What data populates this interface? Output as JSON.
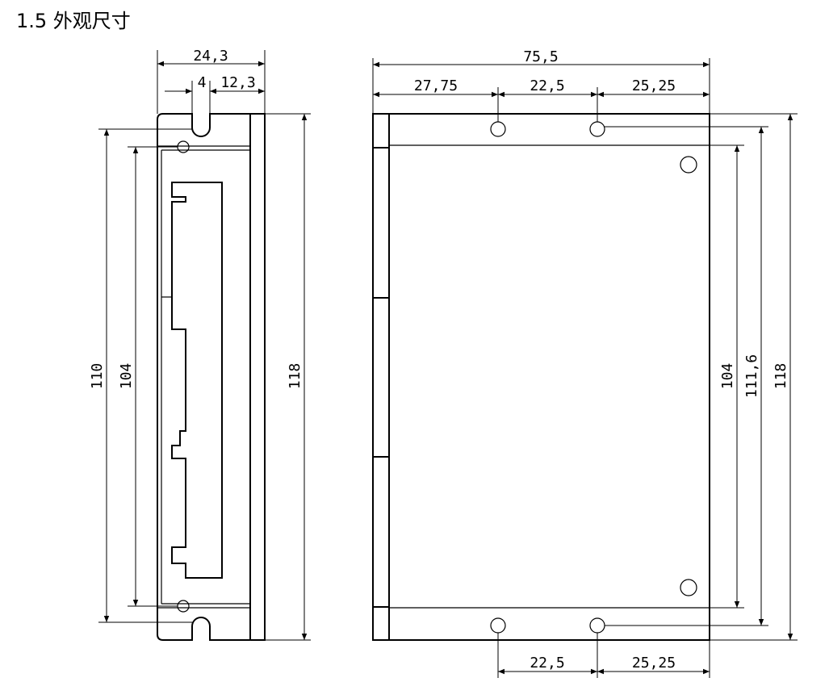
{
  "section_title": "1.5 外观尺寸",
  "side_view": {
    "width_total": "24,3",
    "slot_offset": "4",
    "slot_to_edge": "12,3",
    "height_outer": "110",
    "height_inner": "104",
    "height_total": "118"
  },
  "front_view": {
    "width_total": "75,5",
    "top_left": "27,75",
    "top_middle": "22,5",
    "top_right": "25,25",
    "bottom_middle": "22,5",
    "bottom_right": "25,25",
    "height_inner": "104",
    "height_holes": "111,6",
    "height_total": "118"
  }
}
